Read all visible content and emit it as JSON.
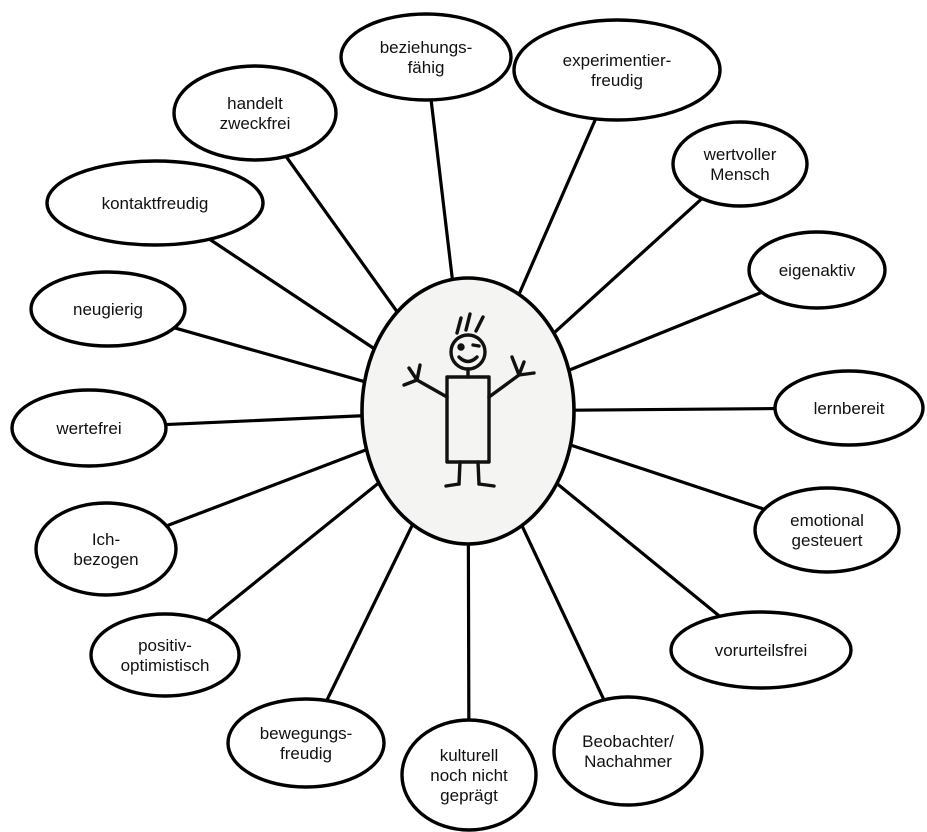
{
  "nodes": [
    {
      "id": "beziehungsfaehig",
      "lines": [
        "beziehungs-",
        "fähig"
      ]
    },
    {
      "id": "experimentierfreudig",
      "lines": [
        "experimentier-",
        "freudig"
      ]
    },
    {
      "id": "wertvoller-mensch",
      "lines": [
        "wertvoller",
        "Mensch"
      ]
    },
    {
      "id": "eigenaktiv",
      "lines": [
        "eigenaktiv"
      ]
    },
    {
      "id": "lernbereit",
      "lines": [
        "lernbereit"
      ]
    },
    {
      "id": "emotional-gesteuert",
      "lines": [
        "emotional",
        "gesteuert"
      ]
    },
    {
      "id": "vorurteilsfrei",
      "lines": [
        "vorurteilsfrei"
      ]
    },
    {
      "id": "beobachter-nachahmer",
      "lines": [
        "Beobachter/",
        "Nachahmer"
      ]
    },
    {
      "id": "kulturell-noch-nicht-gepraegt",
      "lines": [
        "kulturell",
        "noch nicht",
        "geprägt"
      ]
    },
    {
      "id": "bewegungsfreudig",
      "lines": [
        "bewegungs-",
        "freudig"
      ]
    },
    {
      "id": "positiv-optimistisch",
      "lines": [
        "positiv-",
        "optimistisch"
      ]
    },
    {
      "id": "ich-bezogen",
      "lines": [
        "Ich-",
        "bezogen"
      ]
    },
    {
      "id": "wertefrei",
      "lines": [
        "wertefrei"
      ]
    },
    {
      "id": "neugierig",
      "lines": [
        "neugierig"
      ]
    },
    {
      "id": "kontaktfreudig",
      "lines": [
        "kontaktfreudig"
      ]
    },
    {
      "id": "handelt-zweckfrei",
      "lines": [
        "handelt",
        "zweckfrei"
      ]
    }
  ]
}
